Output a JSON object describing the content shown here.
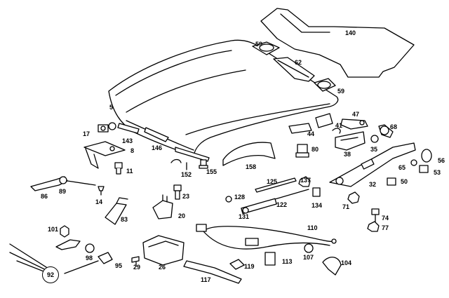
{
  "diagram": {
    "callouts": {
      "p140": "140",
      "p59a": "59",
      "p62": "62",
      "p59b": "59",
      "p5": "5",
      "p47": "47",
      "p68": "68",
      "p41": "41",
      "p44": "44",
      "p17": "17",
      "p143": "143",
      "p8": "8",
      "p146": "146",
      "p38": "38",
      "p35": "35",
      "p56": "56",
      "p80": "80",
      "p11": "11",
      "p152": "152",
      "p155": "155",
      "p158": "158",
      "p65": "65",
      "p53": "53",
      "p50": "50",
      "p32": "32",
      "p86": "86",
      "p89": "89",
      "p14": "14",
      "p23": "23",
      "p125": "125",
      "p137": "137",
      "p128": "128",
      "p134": "134",
      "p122": "122",
      "p71": "71",
      "p20": "20",
      "p83": "83",
      "p131": "131",
      "p74": "74",
      "p77": "77",
      "p101": "101",
      "p110": "110",
      "p98": "98",
      "p95": "95",
      "p29": "29",
      "p26": "26",
      "p119": "119",
      "p113": "113",
      "p107": "107",
      "p104": "104",
      "p92": "92",
      "p117": "117"
    }
  }
}
